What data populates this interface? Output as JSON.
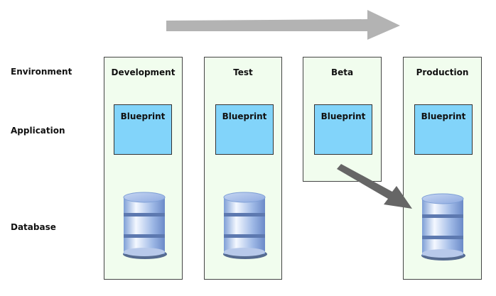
{
  "row_labels": {
    "environment": "Environment",
    "application": "Application",
    "database": "Database"
  },
  "environments": [
    {
      "name": "Development",
      "application": "Blueprint",
      "has_database": true
    },
    {
      "name": "Test",
      "application": "Blueprint",
      "has_database": true
    },
    {
      "name": "Beta",
      "application": "Blueprint",
      "has_database": false
    },
    {
      "name": "Production",
      "application": "Blueprint",
      "has_database": true
    }
  ],
  "icons": {
    "progress_arrow": "arrow-right-icon",
    "migration_arrow": "arrow-down-right-icon",
    "database": "database-icon"
  },
  "colors": {
    "env_fill": "#f1fdee",
    "blueprint_fill": "#82d4fa",
    "progress_arrow": "#b3b3b3",
    "migration_arrow": "#666666"
  }
}
